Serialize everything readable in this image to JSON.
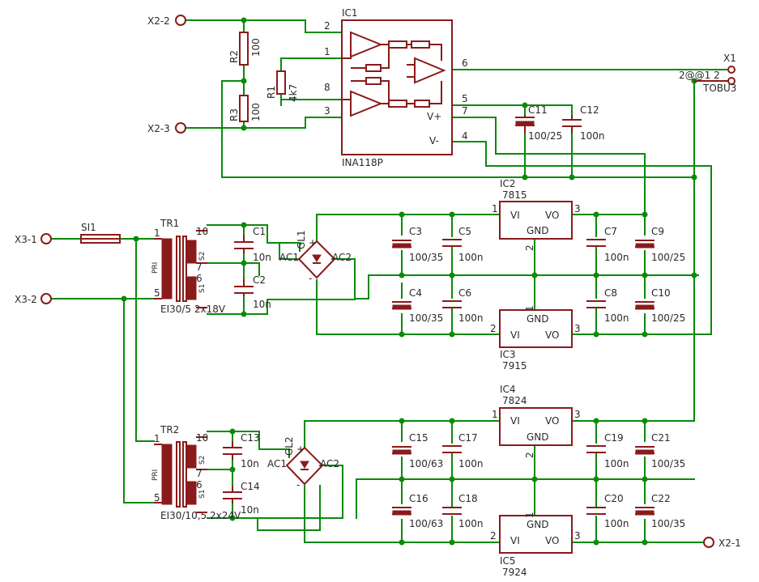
{
  "connectors": {
    "x2_2": "X2-2",
    "x2_3": "X2-3",
    "x2_1": "X2-1",
    "x3_1": "X3-1",
    "x3_2": "X3-2",
    "x1": "X1",
    "x1_pins": "2@@1 2",
    "x1_type": "TOBU3",
    "x1_pin": "1"
  },
  "ic1": {
    "name": "IC1",
    "part": "INA118P",
    "pins": {
      "p2": "2",
      "p1": "1",
      "p8": "8",
      "p3": "3",
      "p6": "6",
      "p5": "5",
      "p7": "7",
      "p4": "4"
    },
    "vplus": "V+",
    "vminus": "V-"
  },
  "resistors": {
    "r2": "R2",
    "r2v": "100",
    "r3": "R3",
    "r3v": "100",
    "r1": "R1",
    "r1v": "4k7"
  },
  "caps_top": {
    "c11": "C11",
    "c11v": "100/25",
    "c12": "C12",
    "c12v": "100n"
  },
  "tr1": {
    "name": "TR1",
    "part": "EI30/5 2x18V",
    "p1": "1",
    "p5": "5",
    "p10": "10",
    "p7": "7",
    "p6": "6",
    "pri": "PRI",
    "s1": "S1",
    "s2": "S2"
  },
  "tr2": {
    "name": "TR2",
    "part": "EI30/10,5 2x24V",
    "p1": "1",
    "p5": "5",
    "p10": "10",
    "p7": "7",
    "p6": "6",
    "pri": "PRI",
    "s1": "S1",
    "s2": "S2"
  },
  "fuse": "SI1",
  "gl1": {
    "name": "GL1",
    "ac1": "AC1",
    "ac2": "AC2",
    "plus": "+",
    "minus": "-"
  },
  "gl2": {
    "name": "GL2",
    "ac1": "AC1",
    "ac2": "AC2",
    "plus": "+",
    "minus": "-"
  },
  "supply1": {
    "c1": "C1",
    "c1v": "10n",
    "c2": "C2",
    "c2v": "10n",
    "c3": "C3",
    "c3v": "100/35",
    "c4": "C4",
    "c4v": "100/35",
    "c5": "C5",
    "c5v": "100n",
    "c6": "C6",
    "c6v": "100n",
    "c7": "C7",
    "c7v": "100n",
    "c8": "C8",
    "c8v": "100n",
    "c9": "C9",
    "c9v": "100/25",
    "c10": "C10",
    "c10v": "100/25",
    "ic2": "IC2",
    "ic2p": "7815",
    "ic3": "IC3",
    "ic3p": "7915"
  },
  "supply2": {
    "c13": "C13",
    "c13v": "10n",
    "c14": "C14",
    "c14v": "10n",
    "c15": "C15",
    "c15v": "100/63",
    "c16": "C16",
    "c16v": "100/63",
    "c17": "C17",
    "c17v": "100n",
    "c18": "C18",
    "c18v": "100n",
    "c19": "C19",
    "c19v": "100n",
    "c20": "C20",
    "c20v": "100n",
    "c21": "C21",
    "c21v": "100/35",
    "c22": "C22",
    "c22v": "100/35",
    "ic4": "IC4",
    "ic4p": "7824",
    "ic5": "IC5",
    "ic5p": "7924"
  },
  "reg_labels": {
    "vi": "VI",
    "vo": "VO",
    "gnd": "GND",
    "p1": "1",
    "p2": "2",
    "p3": "3"
  }
}
